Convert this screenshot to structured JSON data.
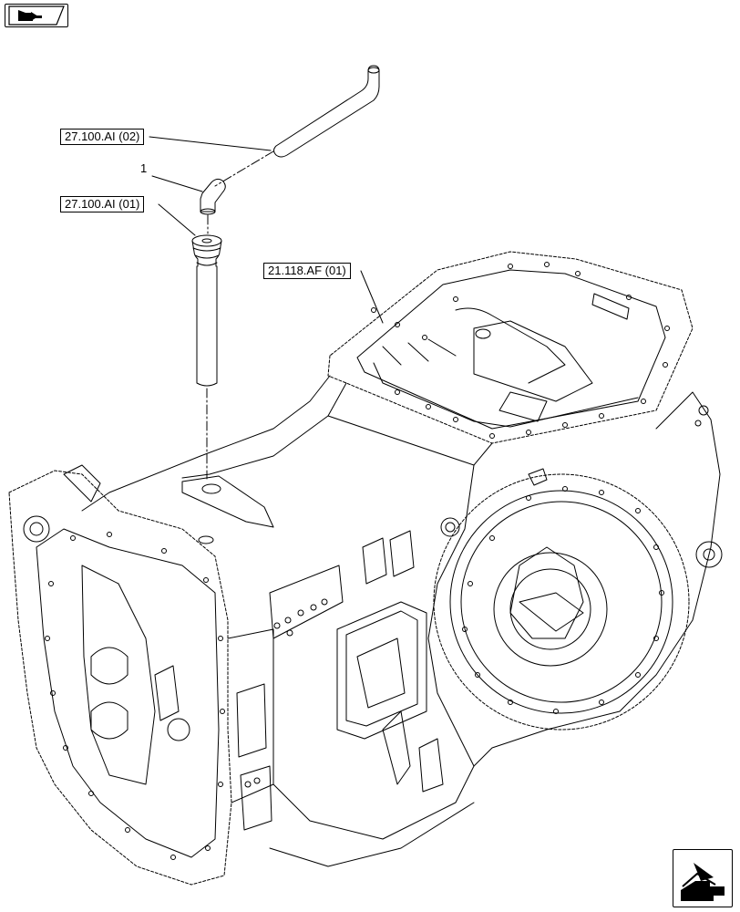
{
  "header": {
    "icon": "book-arrow-icon"
  },
  "labels": {
    "ref_pipe": "27.100.AI (02)",
    "ref_tube": "27.100.AI (01)",
    "ref_housing": "21.118.AF (01)",
    "callout_elbow": "1"
  },
  "footer": {
    "icon": "next-page-arrow-icon"
  }
}
